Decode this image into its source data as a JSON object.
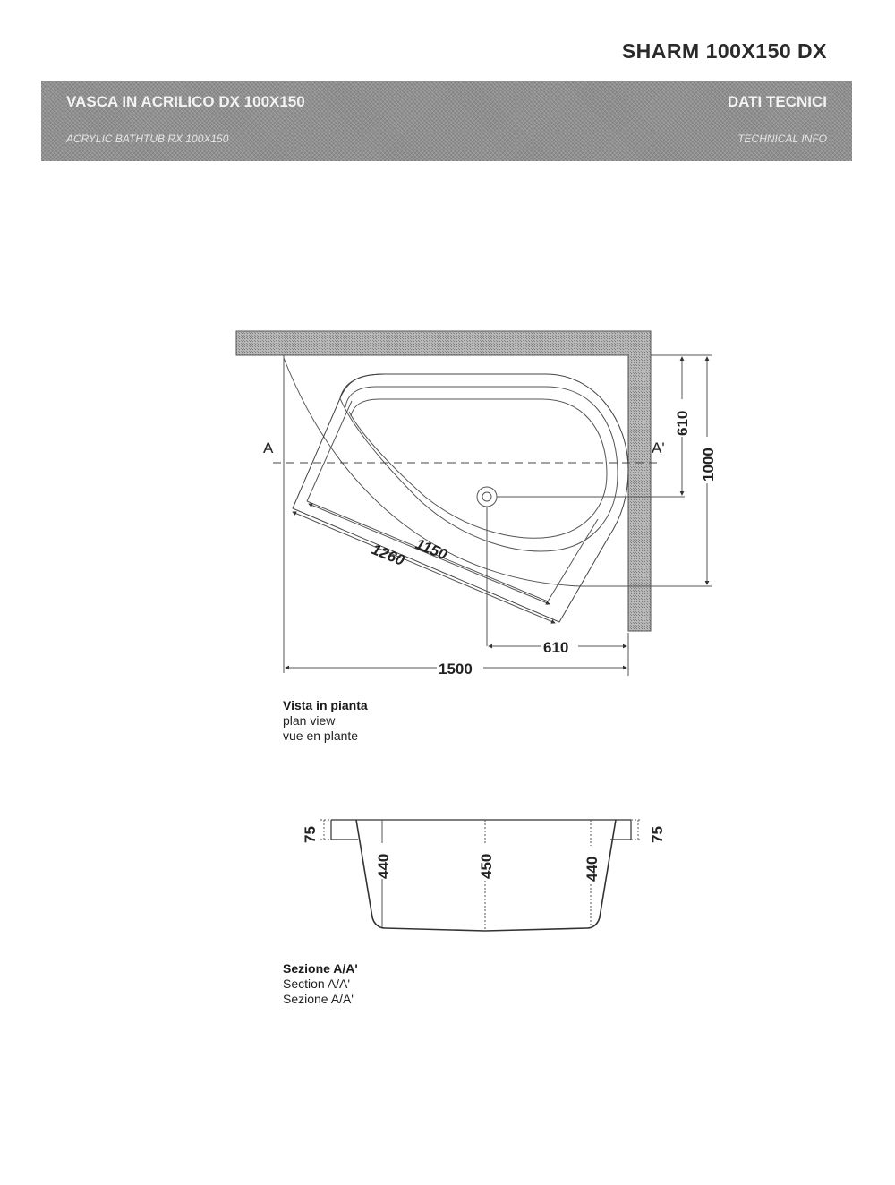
{
  "header": {
    "product_code": "SHARM 100X150 DX",
    "banner": {
      "title_it": "VASCA IN ACRILICO DX 100X150",
      "title_en": "ACRYLIC BATHTUB RX 100X150",
      "section_it": "DATI TECNICI",
      "section_en": "TECHNICAL INFO"
    }
  },
  "plan_view": {
    "caption": [
      "Vista in pianta",
      "plan view",
      "vue en plante"
    ],
    "section_markers": {
      "start": "A",
      "end": "A'"
    },
    "dimensions": {
      "overall_width": "1500",
      "overall_depth": "1000",
      "drain_from_wall_y": "610",
      "drain_from_wall_x": "610",
      "diagonal_outer": "1260",
      "diagonal_inner": "1150"
    }
  },
  "section_view": {
    "caption": [
      "Sezione A/A'",
      "Section A/A'",
      "Sezione A/A'"
    ],
    "dimensions": {
      "rim_left": "75",
      "rim_right": "75",
      "depth_left": "440",
      "depth_center": "450",
      "depth_right": "440"
    }
  },
  "colors": {
    "banner_bg": "#8f8f8f",
    "wall_hatch": "#a8a8a8",
    "line": "#333333"
  }
}
